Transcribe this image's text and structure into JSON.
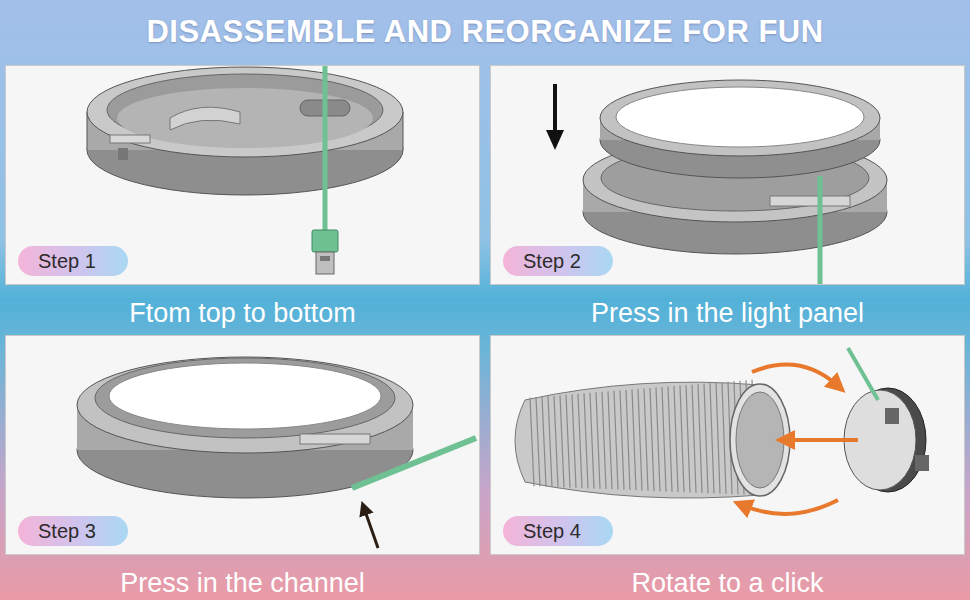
{
  "diagram": {
    "title": "DISASSEMBLE AND REORGANIZE FOR FUN",
    "nodes": [
      {
        "text": [
          "Ftom top to bottom"
        ]
      },
      {
        "text": [
          "Step 1"
        ],
        "in": 0
      },
      {
        "text": [
          "Press in the light panel"
        ]
      },
      {
        "text": [
          "Step 2"
        ],
        "in": 2
      },
      {
        "text": [
          "Press in the channel"
        ]
      },
      {
        "text": [
          "Step 3"
        ],
        "in": 4
      },
      {
        "text": [
          "Rotate to a click"
        ]
      },
      {
        "text": [
          "Step 4"
        ],
        "in": 6
      }
    ]
  }
}
